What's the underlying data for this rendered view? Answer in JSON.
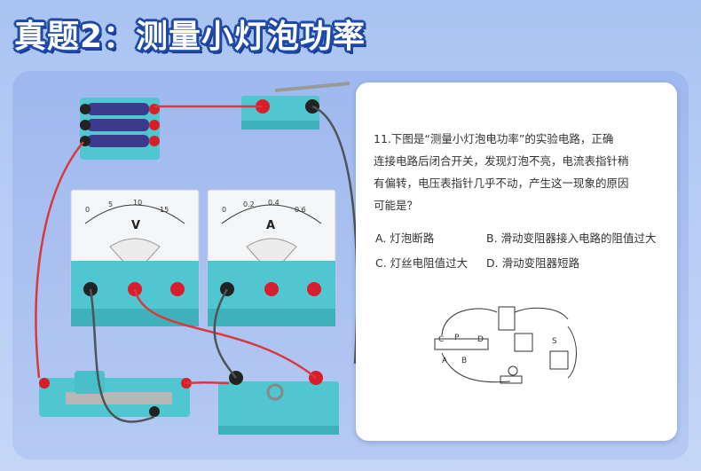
{
  "title": "真题2：测量小灯泡功率",
  "question": {
    "lines": [
      "11.下图是“测量小灯泡电功率”的实验电路，正确",
      "连接电路后闭合开关，发现灯泡不亮，电流表指针稍",
      "有偏转，电压表指针几乎不动，产生这一现象的原因",
      "可能是？"
    ],
    "options": {
      "a": "A. 灯泡断路",
      "b": "B. 滑动变阻器接入电路的阻值过大",
      "c": "C. 灯丝电阻值过大",
      "d": "D. 滑动变阻器短路"
    }
  },
  "meters": {
    "voltmeter_symbol": "V",
    "ammeter_symbol": "A",
    "voltmeter_ticks": [
      "0",
      "5",
      "10",
      "15"
    ],
    "ammeter_ticks": [
      "0",
      "0.2",
      "0.4",
      "0.6"
    ]
  },
  "diagram_labels": {
    "c": "C",
    "p": "P",
    "d": "D",
    "a": "A",
    "b": "B",
    "s": "S"
  },
  "colors": {
    "brand_blue": "#1f49a8",
    "board_teal": "#4fc6d0",
    "terminal_red": "#d81e2a"
  }
}
